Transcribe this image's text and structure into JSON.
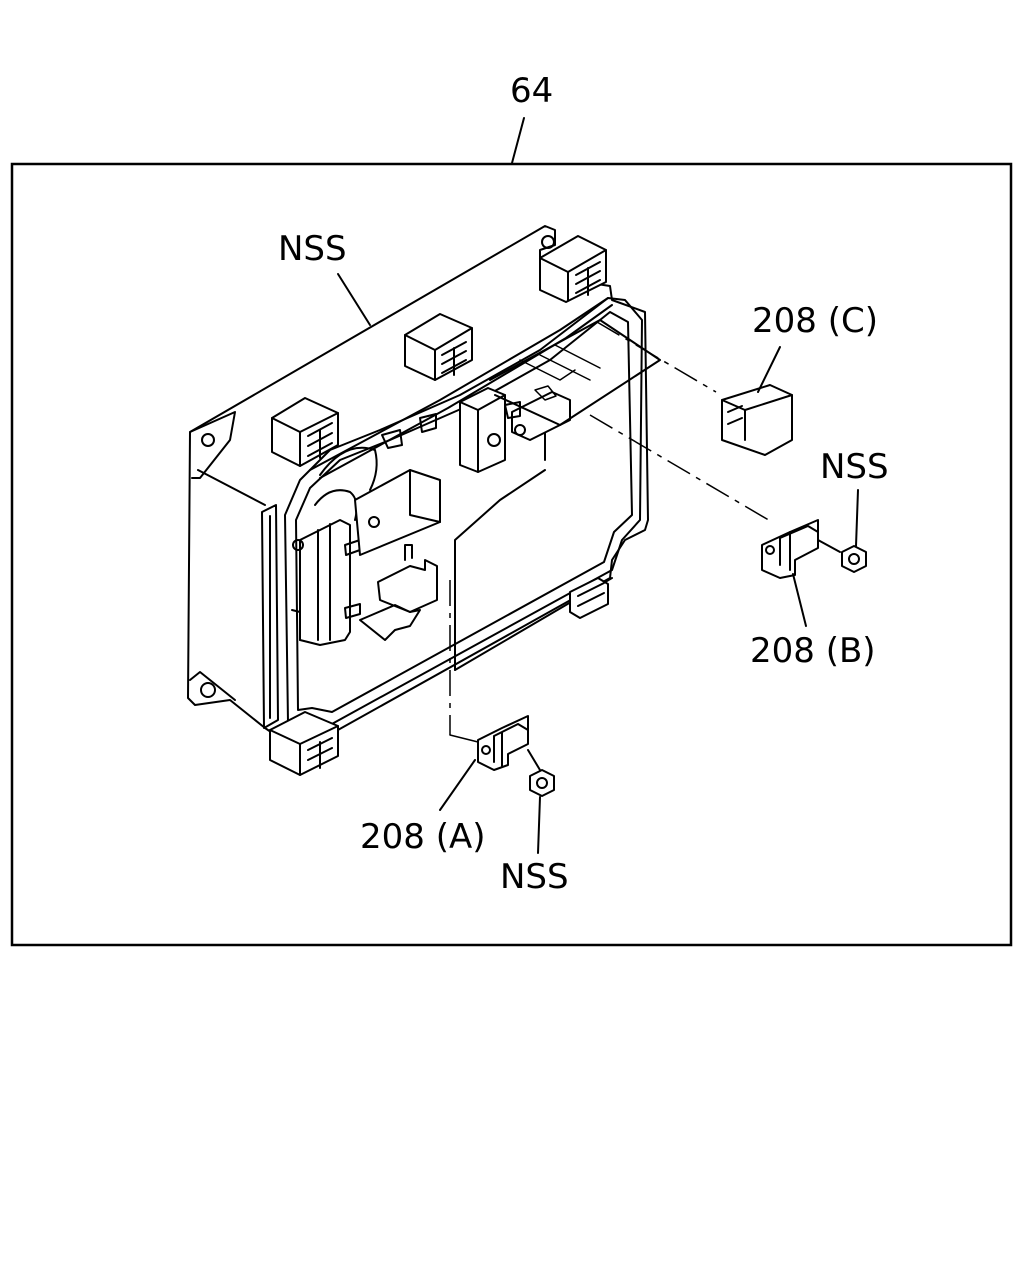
{
  "diagram": {
    "assembly_ref": "64",
    "callouts": {
      "case_nss": "NSS",
      "part_c": "208 (C)",
      "part_b_nut_nss": "NSS",
      "part_b": "208 (B)",
      "part_a": "208 (A)",
      "part_a_nut_nss": "NSS"
    }
  }
}
